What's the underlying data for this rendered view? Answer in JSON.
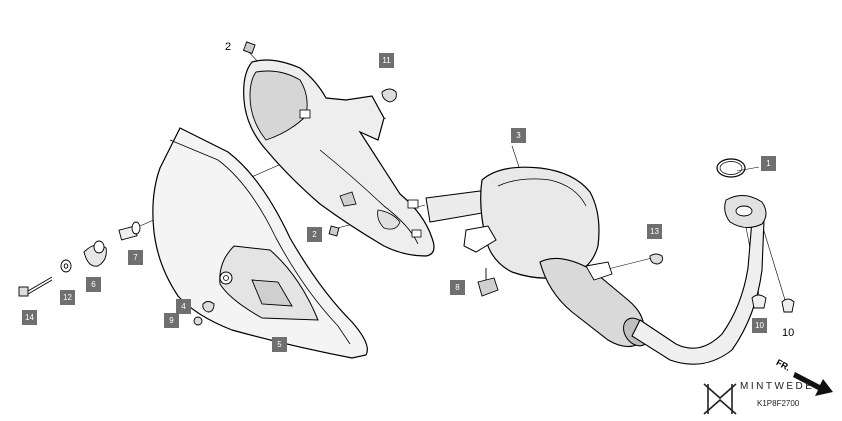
{
  "callouts": {
    "c1": "1",
    "c3": "3",
    "c5": "5",
    "c2b": "2",
    "c4": "4",
    "c6": "6",
    "c7": "7",
    "c8": "8",
    "c9": "9",
    "c10": "10",
    "c11": "11",
    "c12": "12",
    "c13": "13",
    "c14": "14"
  },
  "plain_labels": {
    "p2": "2",
    "p10": "10"
  },
  "direction_label": "FR.",
  "brand": {
    "name": "MINTWEDE",
    "code": "K1P8F2700"
  },
  "colors": {
    "callout_bg": "#6f6f6f",
    "line": "#000000",
    "shade": "#d9d9d9"
  }
}
